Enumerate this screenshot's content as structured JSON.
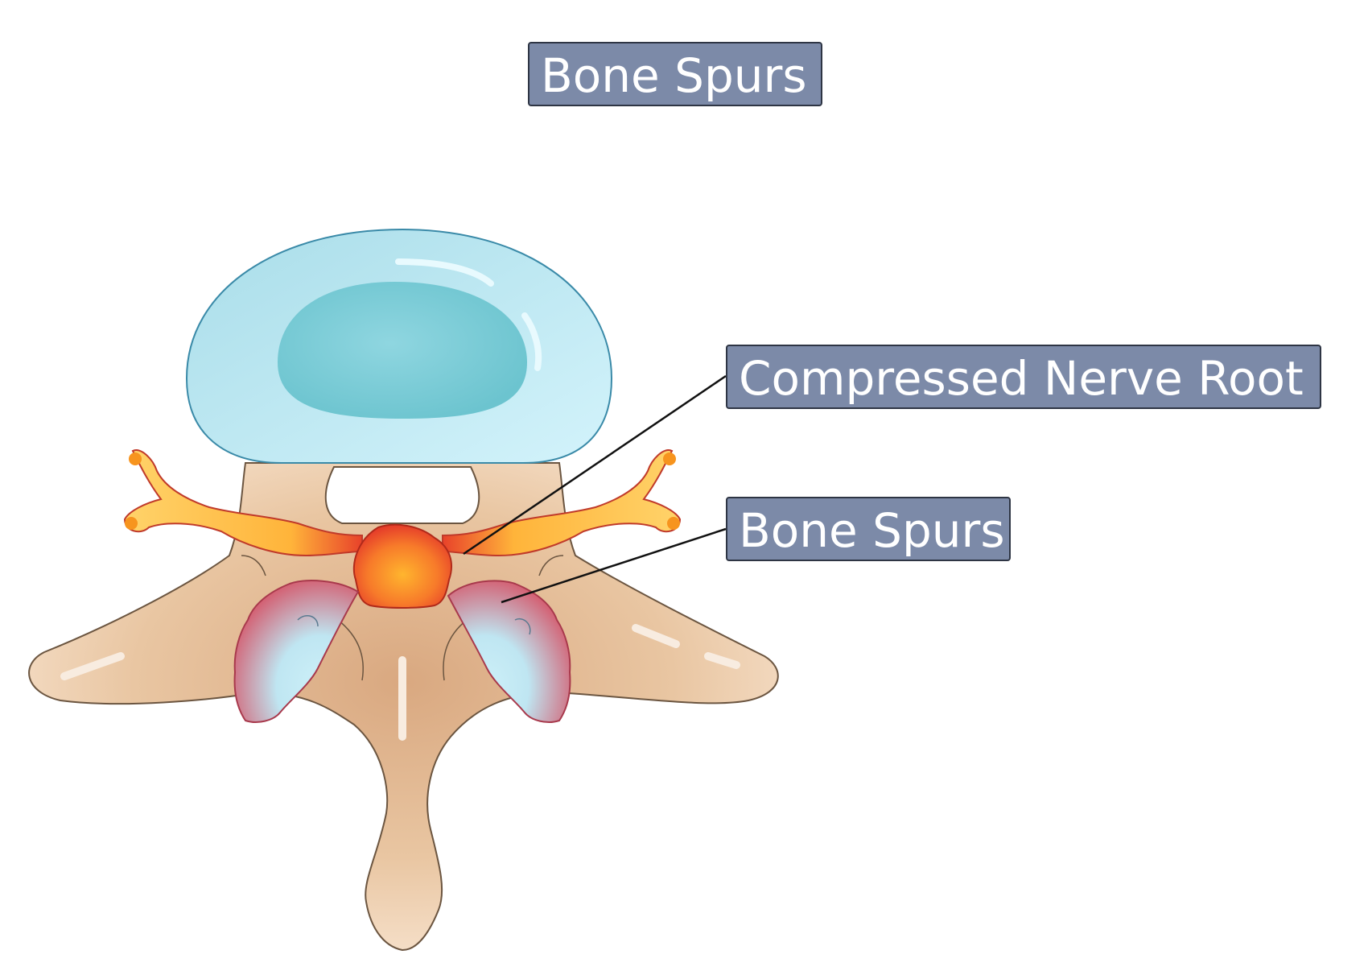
{
  "title": "Bone Spurs",
  "labels": {
    "compressed_nerve_root": "Compressed Nerve Root",
    "bone_spurs": "Bone Spurs"
  },
  "colors": {
    "label_bg": "#7c8aa8",
    "label_border": "#2e3544",
    "bone": "#e8c6a4",
    "disc": "#bfeaf5",
    "nerve": "#ffc040",
    "compressed": "#e8422a",
    "spur_red": "#d65a6c",
    "spur_blue": "#c7ecf5"
  }
}
